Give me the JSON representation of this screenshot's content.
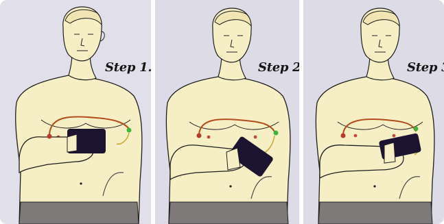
{
  "steps": [
    {
      "label": "Step 1."
    },
    {
      "label": "Step 2."
    },
    {
      "label": "Step 3."
    }
  ],
  "colors": {
    "background": "#dcdbe6",
    "skin": "#f6efc6",
    "outline": "#1d1d1d",
    "pants": "#7e7a7a",
    "probe": "#1b1330",
    "red_electrode": "#b8392c",
    "green_electrode": "#3fb53a",
    "lead_wire": "#b24c1a",
    "cable": "#4a4a4a"
  },
  "icons": [
    "torso-illustration",
    "ecg-probe",
    "red-electrode",
    "green-electrode",
    "lead-wire"
  ]
}
